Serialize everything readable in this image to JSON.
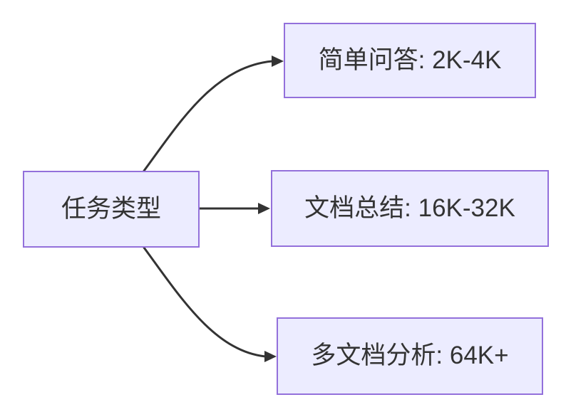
{
  "diagram": {
    "type": "flowchart",
    "direction": "left-to-right",
    "root": {
      "label": "任务类型"
    },
    "branches": [
      {
        "label": "简单问答: 2K-4K"
      },
      {
        "label": "文档总结: 16K-32K"
      },
      {
        "label": "多文档分析: 64K+"
      }
    ],
    "edges": [
      {
        "from": "任务类型",
        "to": "简单问答: 2K-4K"
      },
      {
        "from": "任务类型",
        "to": "文档总结: 16K-32K"
      },
      {
        "from": "任务类型",
        "to": "多文档分析: 64K+"
      }
    ],
    "colors": {
      "node_fill": "#ECECFF",
      "node_border": "#9370DB",
      "edge_line": "#333333",
      "text": "#333333",
      "background": "#FFFFFF"
    }
  }
}
